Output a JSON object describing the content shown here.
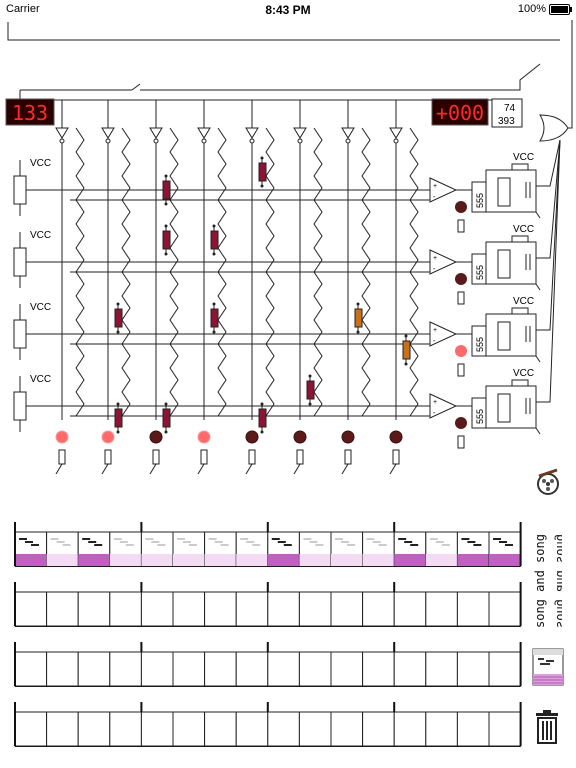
{
  "status_bar": {
    "carrier": "Carrier",
    "time": "8:43 PM",
    "battery": "100%"
  },
  "circuit": {
    "left_counter": "133",
    "right_counter": "000",
    "right_counter_sign": "+",
    "vcc_label": "V",
    "vcc_sub": "CC",
    "counter_chip_line1": "74",
    "counter_chip_line2": "393",
    "timer_chip": "555",
    "comparator_plus": "+",
    "comparator_minus": "-",
    "column_leds": [
      "on",
      "on",
      "off",
      "on",
      "off",
      "off",
      "off",
      "off"
    ],
    "row_leds": [
      "off",
      "off",
      "on",
      "off"
    ],
    "resistors": [
      {
        "col": 2,
        "row": 0
      },
      {
        "col": 2,
        "row": 1
      },
      {
        "col": 4,
        "row": -1
      },
      {
        "col": 3,
        "row": 1
      },
      {
        "col": 1,
        "row": 2
      },
      {
        "col": 3,
        "row": 2
      },
      {
        "col": 6,
        "row": 2,
        "color": "orange"
      },
      {
        "col": 7,
        "row": 3,
        "color": "orange"
      },
      {
        "col": 5,
        "row": 4
      },
      {
        "col": 1,
        "row": 5
      },
      {
        "col": 2,
        "row": 5
      },
      {
        "col": 4,
        "row": 5
      }
    ]
  },
  "sidebar": {
    "title_text": "song and song",
    "tape_icon": "tape-reel-icon",
    "clip_icon": "clip-thumbnail-icon",
    "trash_icon": "trash-icon"
  },
  "tracks": [
    {
      "filled": [
        true,
        false,
        true,
        false,
        false,
        false,
        false,
        false,
        true,
        false,
        false,
        false,
        true,
        false,
        true,
        true
      ],
      "active": true
    },
    {
      "filled": [
        false,
        false,
        false,
        false,
        false,
        false,
        false,
        false,
        false,
        false,
        false,
        false,
        false,
        false,
        false,
        false
      ],
      "active": false
    },
    {
      "filled": [
        false,
        false,
        false,
        false,
        false,
        false,
        false,
        false,
        false,
        false,
        false,
        false,
        false,
        false,
        false,
        false
      ],
      "active": false
    },
    {
      "filled": [
        false,
        false,
        false,
        false,
        false,
        false,
        false,
        false,
        false,
        false,
        false,
        false,
        false,
        false,
        false,
        false
      ],
      "active": false
    }
  ]
}
